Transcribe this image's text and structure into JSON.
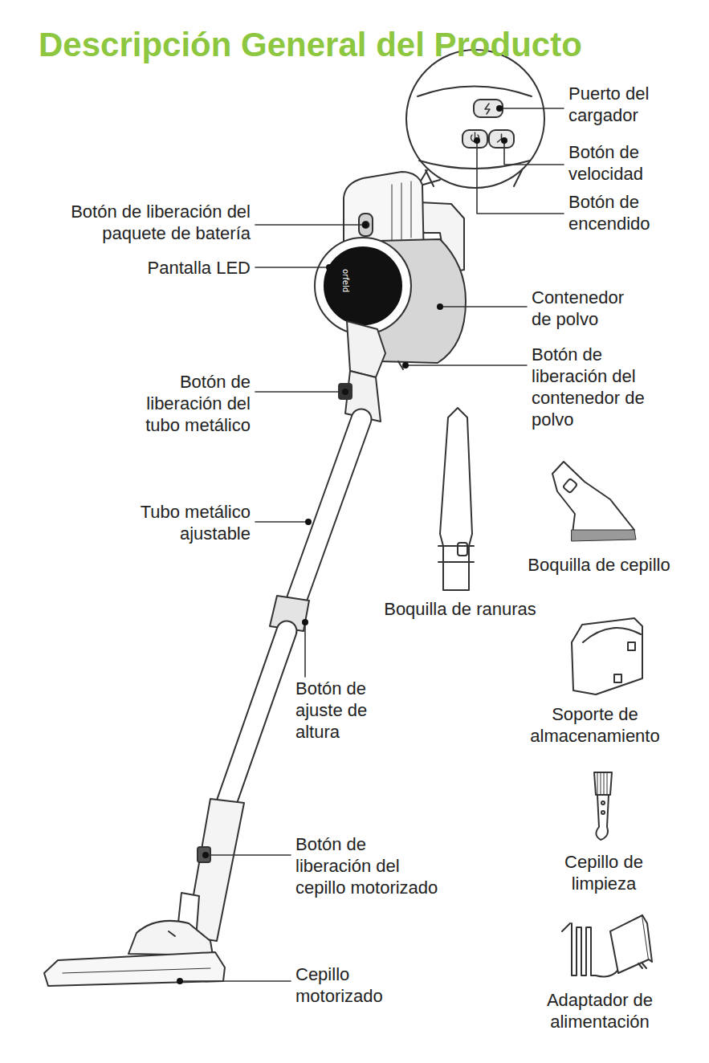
{
  "diagram": {
    "title": "Descripción General del Producto",
    "labels": [
      "Puerto del cargador",
      "Botón de velocidad",
      "Botón de encendido",
      "Botón de liberación del paquete de batería",
      "Pantalla LED",
      "orfeld",
      "Contenedor de polvo",
      "Botón de liberación del contenedor de polvo",
      "Botón de liberación del tubo metálico",
      "Tubo metálico ajustable",
      "Boquilla de cepillo",
      "Boquilla de ranuras",
      "Botón de ajuste de altura",
      "Soporte de almacenamiento",
      "Botón de liberación del cepillo motorizado",
      "Cepillo de limpieza",
      "Cepillo motorizado",
      "Adaptador de alimentación"
    ]
  }
}
